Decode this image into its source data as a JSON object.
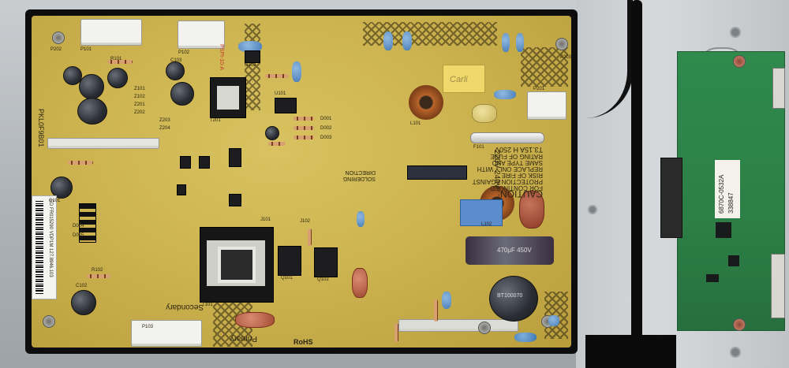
{
  "scene": {
    "description_of_subject": "",
    "colors": {
      "board": "#cdb450",
      "board_edge": "#0d0d0d",
      "tcon_pcb": "#2c7f46",
      "chassis": "#c9cdd0",
      "connector": "#f2f2ee",
      "cable": "#0b0b0b"
    }
  },
  "board_text": {
    "caution_title": "CAUTION:",
    "caution_line1": "FOR CONTINUED",
    "caution_line2": "PROTECTION AGAINST",
    "caution_line3": "RISK OF FIRE",
    "caution_line4": "REPLACE ONLY WITH",
    "caution_line5": "SAME TYPE AND",
    "caution_line6": "RATING OF FUSE",
    "fuse_rating": "T3.15A H 250V",
    "voltage": "220V-240V",
    "secondary": "Secondary",
    "primary": "Primary",
    "rohs": "RoHS",
    "carli": "Carli",
    "direction": "DIRECTION",
    "soldering": "SOLDERING",
    "cert_label": "ED FR015290 VDP1M 127.8946.103",
    "board_code": "PKL0F9B01",
    "pcb_id": "PSPI-10-A",
    "cap_label": "470μF 450V",
    "coil_label": "BT100070",
    "refs": [
      "P101",
      "P102",
      "P103",
      "P201",
      "P202",
      "P203",
      "Z101",
      "Z102",
      "Z201",
      "Z202",
      "Z203",
      "Z204",
      "D001",
      "D002",
      "D003",
      "D004",
      "D005",
      "R101",
      "R102",
      "C101",
      "C102",
      "C103",
      "Q101",
      "Q102",
      "U101",
      "U102",
      "L101",
      "L102",
      "F101",
      "T101",
      "T201",
      "J101",
      "J102"
    ]
  },
  "tcon": {
    "sticker_text": "6870C-0532A",
    "sticker_text2": "338847"
  },
  "icons": [
    "screw-icon",
    "mounting-hole-icon",
    "hatch-pattern-icon"
  ]
}
